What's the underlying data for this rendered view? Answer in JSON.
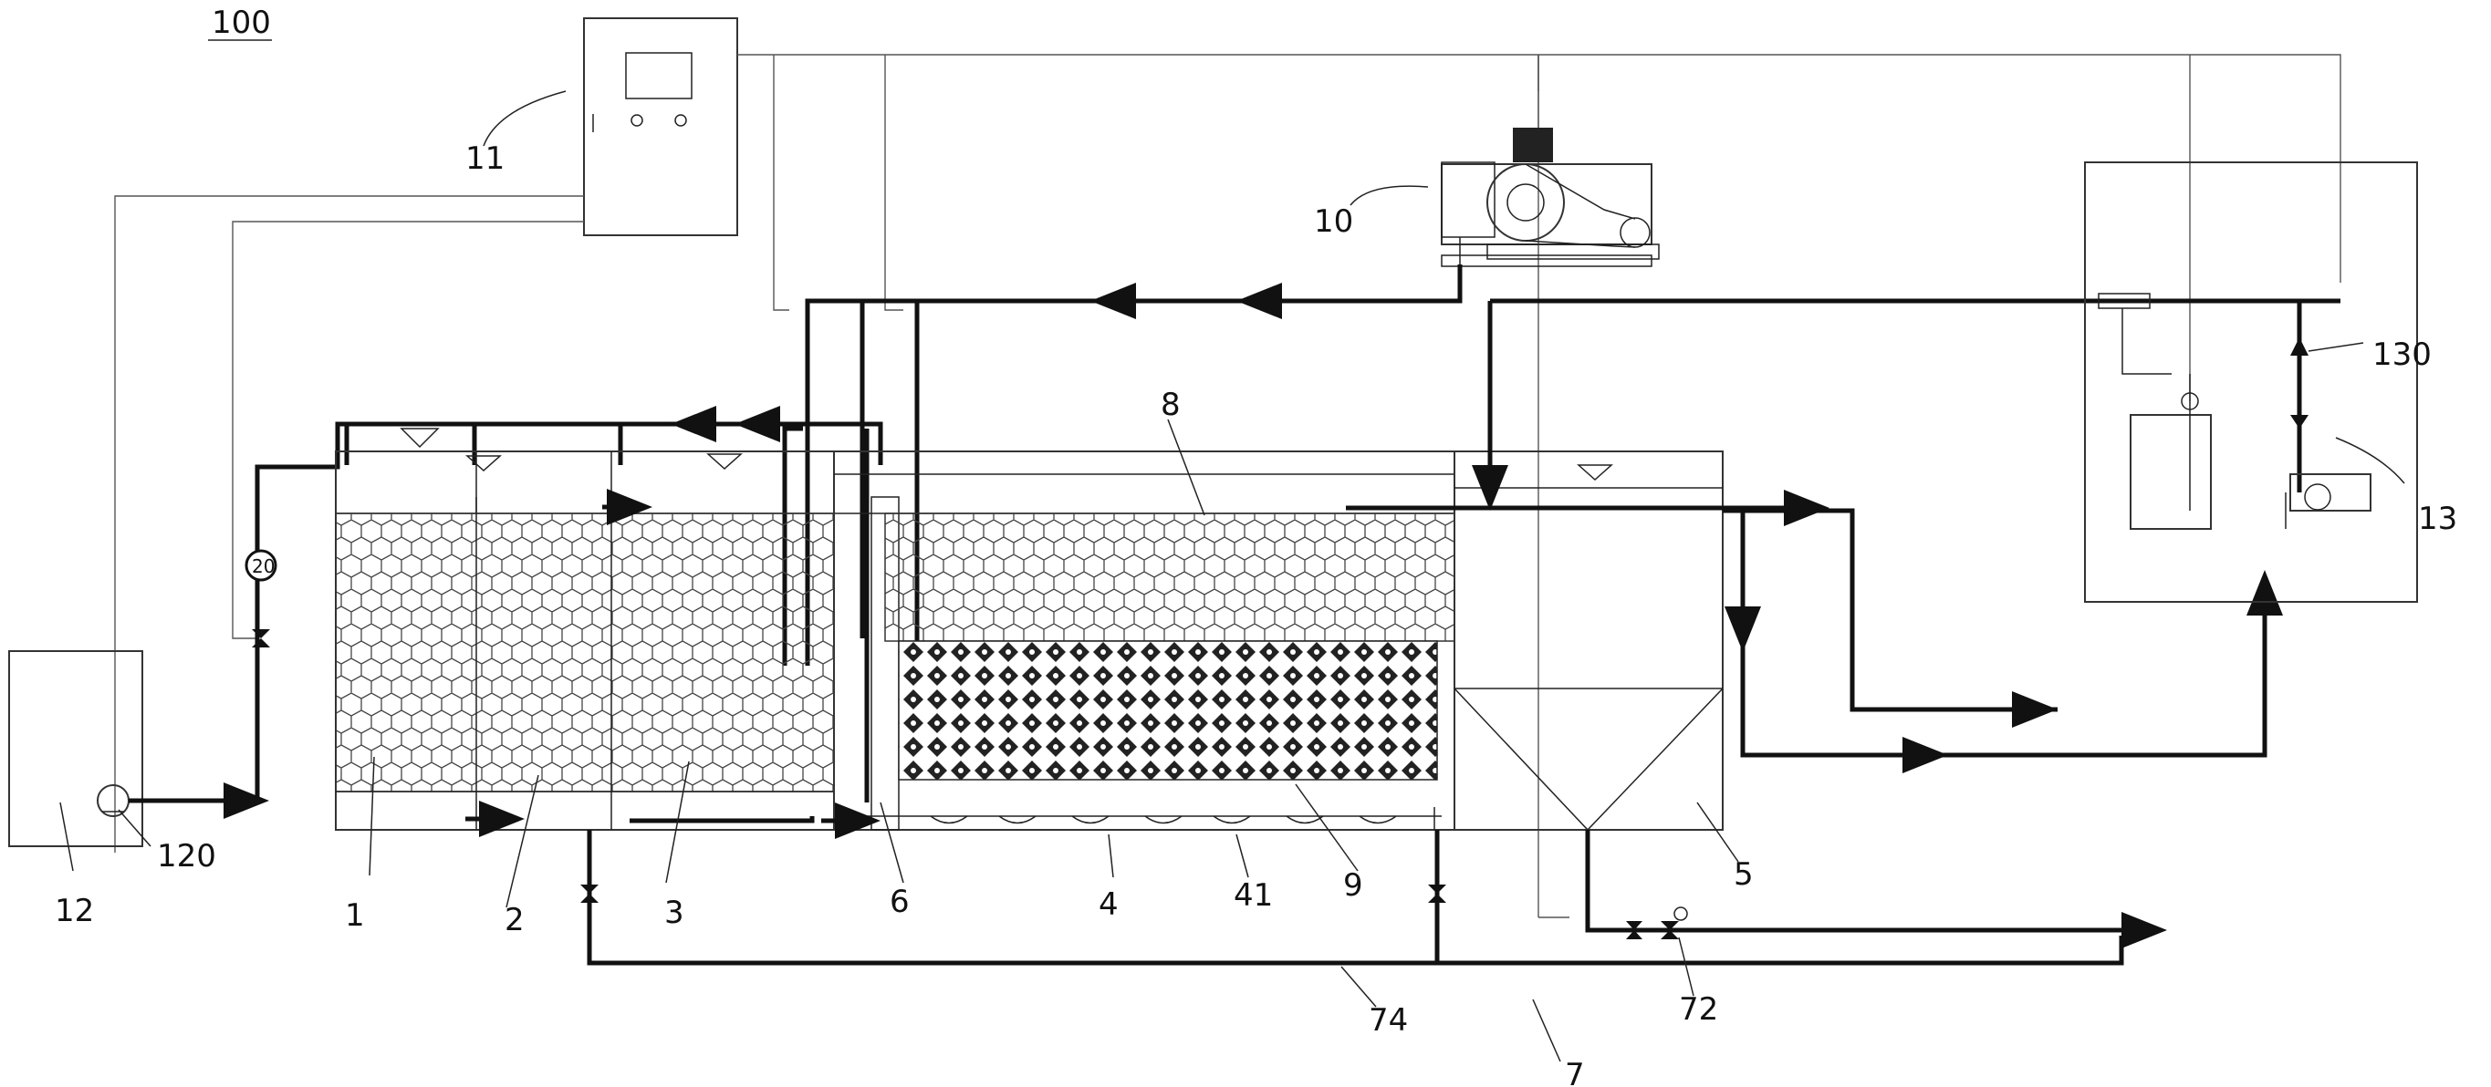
{
  "figure_label": "100",
  "labels": {
    "tank_1": "1",
    "tank_2": "2",
    "tank_3": "3",
    "tank_4": "4",
    "aerator_41": "41",
    "sedimentation_5": "5",
    "channel_6": "6",
    "system_7": "7",
    "pipe_72": "72",
    "pipe_74": "74",
    "pipe_8": "8",
    "media_9": "9",
    "blower_10": "10",
    "control_cabinet_11": "11",
    "raw_tank_12": "12",
    "pump_120": "120",
    "dosing_unit_13": "13",
    "valve_130": "130"
  },
  "gauge_text": "20"
}
